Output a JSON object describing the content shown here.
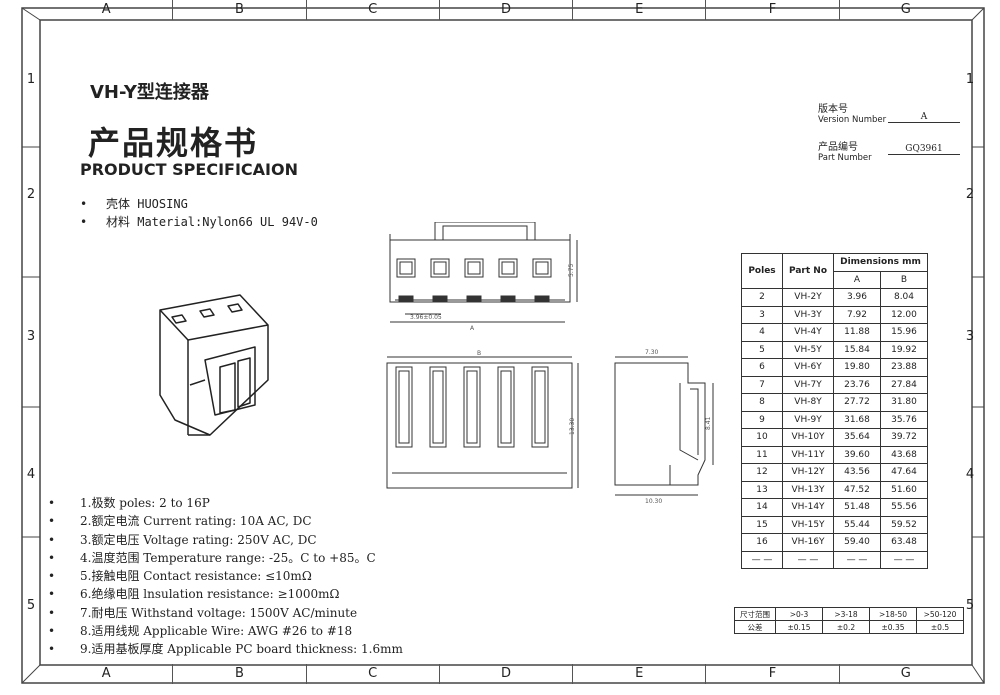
{
  "zones_top": [
    "A",
    "B",
    "C",
    "D",
    "E",
    "F",
    "G"
  ],
  "zones_bottom": [
    "A",
    "B",
    "C",
    "D",
    "E",
    "F",
    "G"
  ],
  "rows": [
    "1",
    "2",
    "3",
    "4",
    "5"
  ],
  "title": {
    "product": "VH-Y型连接器",
    "spec_cn": "产品规格书",
    "spec_en": "PRODUCT SPECIFICAION"
  },
  "bullets": [
    "壳体 HUOSING",
    "材料 Material:Nylon66 UL 94V-0"
  ],
  "version": {
    "label_cn": "版本号",
    "label_en": "Version Number",
    "value": "A"
  },
  "part": {
    "label_cn": "产品编号",
    "label_en": "Part Number",
    "value": "GQ3961"
  },
  "drawing_labels": {
    "top_height": "5.75",
    "pitch": "3.96±0.05",
    "dim_a": "A",
    "dim_b": "B",
    "front_height": "13.30",
    "side_width": "7.30",
    "side_height": "8.41",
    "side_base": "10.30"
  },
  "dim_table": {
    "headers": {
      "poles": "Poles",
      "part": "Part No",
      "dims": "Dimensions mm",
      "a": "A",
      "b": "B"
    },
    "rows": [
      [
        "2",
        "VH-2Y",
        "3.96",
        "8.04"
      ],
      [
        "3",
        "VH-3Y",
        "7.92",
        "12.00"
      ],
      [
        "4",
        "VH-4Y",
        "11.88",
        "15.96"
      ],
      [
        "5",
        "VH-5Y",
        "15.84",
        "19.92"
      ],
      [
        "6",
        "VH-6Y",
        "19.80",
        "23.88"
      ],
      [
        "7",
        "VH-7Y",
        "23.76",
        "27.84"
      ],
      [
        "8",
        "VH-8Y",
        "27.72",
        "31.80"
      ],
      [
        "9",
        "VH-9Y",
        "31.68",
        "35.76"
      ],
      [
        "10",
        "VH-10Y",
        "35.64",
        "39.72"
      ],
      [
        "11",
        "VH-11Y",
        "39.60",
        "43.68"
      ],
      [
        "12",
        "VH-12Y",
        "43.56",
        "47.64"
      ],
      [
        "13",
        "VH-13Y",
        "47.52",
        "51.60"
      ],
      [
        "14",
        "VH-14Y",
        "51.48",
        "55.56"
      ],
      [
        "15",
        "VH-15Y",
        "55.44",
        "59.52"
      ],
      [
        "16",
        "VH-16Y",
        "59.40",
        "63.48"
      ],
      [
        "— —",
        "— —",
        "— —",
        "— —"
      ]
    ]
  },
  "tolerance": {
    "row1": [
      "尺寸范围",
      ">0-3",
      ">3-18",
      ">18-50",
      ">50-120"
    ],
    "row2": [
      "公差",
      "±0.15",
      "±0.2",
      "±0.35",
      "±0.5"
    ]
  },
  "specs": [
    "1.极数 poles: 2 to 16P",
    "2.额定电流 Current rating: 10A AC, DC",
    "3.额定电压 Voltage rating: 250V AC, DC",
    "4.温度范围 Temperature range: -25。C to +85。C",
    "5.接触电阻 Contact resistance: ≤10mΩ",
    "6.绝缘电阻 lnsulation resistance: ≥1000mΩ",
    "7.耐电压 Withstand voltage: 1500V AC/minute",
    "8.适用线规 Applicable Wire: AWG #26 to #18",
    "9.适用基板厚度 Applicable PC board thickness: 1.6mm"
  ]
}
